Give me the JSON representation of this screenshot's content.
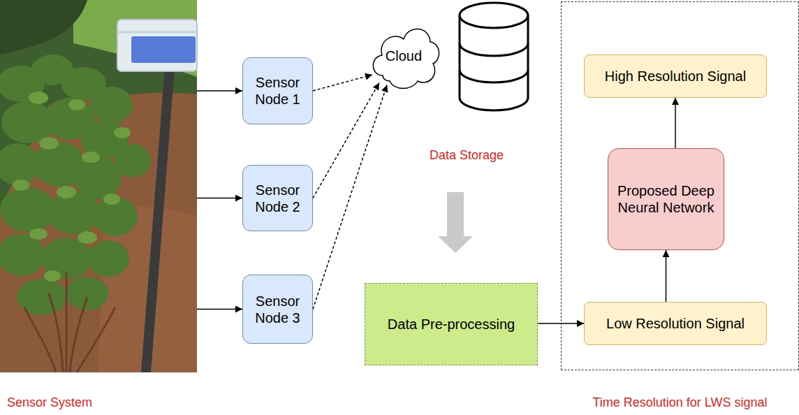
{
  "diagram": {
    "nodes": [
      {
        "text": [
          "Sensor System"
        ]
      },
      {
        "text": [
          "Sensor Node 1"
        ]
      },
      {
        "text": [
          "Sensor Node 2"
        ]
      },
      {
        "text": [
          "Sensor Node 3"
        ]
      },
      {
        "text": [
          "Cloud"
        ]
      },
      {
        "text": [
          "Data Pre-processing"
        ]
      },
      {
        "text": [
          "Time Resolution for LWS signal"
        ]
      },
      {
        "text": [
          "High Resolution Signal"
        ],
        "in": 6
      },
      {
        "text": [
          "Proposed Deep Neural Network"
        ],
        "in": 6
      },
      {
        "text": [
          "Low Resolution Signal"
        ],
        "in": 6
      }
    ],
    "edges": [
      {
        "from": 0,
        "to": 1,
        "arrow": "to"
      },
      {
        "from": 0,
        "to": 2,
        "arrow": "to"
      },
      {
        "from": 0,
        "to": 3,
        "arrow": "to"
      },
      {
        "from": 1,
        "to": 4,
        "arrow": "to"
      },
      {
        "from": 2,
        "to": 4,
        "arrow": "to"
      },
      {
        "from": 3,
        "to": 4,
        "arrow": "to"
      },
      {
        "from": 5,
        "to": 9,
        "arrow": "to"
      },
      {
        "from": 9,
        "to": 8,
        "arrow": "to"
      },
      {
        "from": 8,
        "to": 7,
        "arrow": "to"
      }
    ],
    "labels": [
      "Data Storage"
    ]
  }
}
